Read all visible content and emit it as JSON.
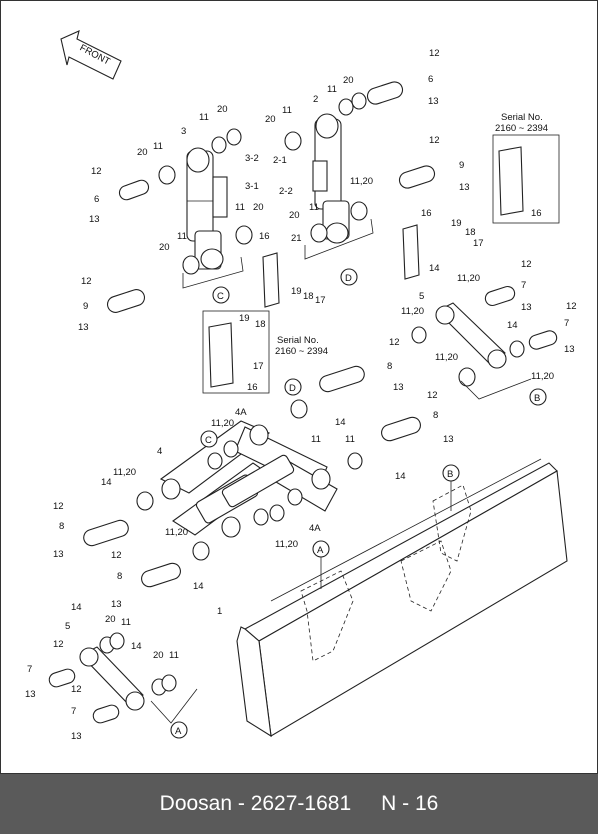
{
  "diagram": {
    "front_label": "FRONT",
    "serial_label": "Serial No.",
    "serial_range": "2160 ~ 2394",
    "callouts": {
      "c1": "1",
      "c2": "2",
      "c2_1": "2-1",
      "c2_2": "2-2",
      "c3": "3",
      "c3_1": "3-1",
      "c3_2": "3-2",
      "c4": "4",
      "c4a": "4A",
      "c5": "5",
      "c6": "6",
      "c7": "7",
      "c8": "8",
      "c9": "9",
      "c11": "11",
      "c11_20": "11,20",
      "c12": "12",
      "c13": "13",
      "c14": "14",
      "c16": "16",
      "c17": "17",
      "c18": "18",
      "c19": "19",
      "c20": "20",
      "c21": "21"
    },
    "reference_markers": {
      "a": "A",
      "b": "B",
      "c": "C",
      "d": "D"
    }
  },
  "footer": {
    "brand_part": "Doosan - 2627-1681",
    "page_ref": "N - 16"
  }
}
